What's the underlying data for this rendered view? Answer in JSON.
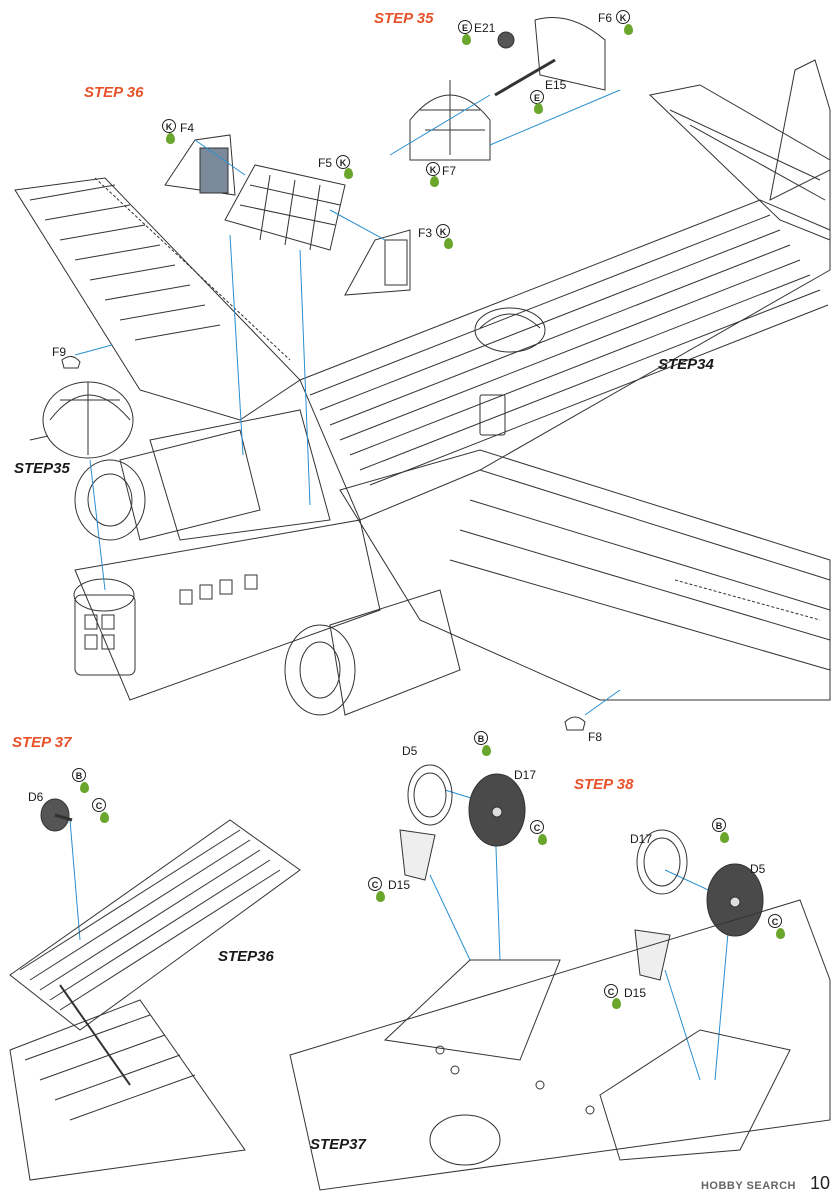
{
  "steps": {
    "s35": "STEP 35",
    "s36": "STEP 36",
    "s37": "STEP 37",
    "s38": "STEP 38",
    "lbl34": "STEP34",
    "lbl35": "STEP35",
    "lbl36": "STEP36",
    "lbl37": "STEP37"
  },
  "parts": {
    "e21": "E21",
    "e15": "E15",
    "f6": "F6",
    "f7": "F7",
    "f4": "F4",
    "f5": "F5",
    "f3": "F3",
    "f9": "F9",
    "f8": "F8",
    "d6": "D6",
    "d5a": "D5",
    "d17a": "D17",
    "d15a": "D15",
    "d17b": "D17",
    "d5b": "D5",
    "d15b": "D15"
  },
  "paint": {
    "e": "E",
    "k": "K",
    "b": "B",
    "c": "C"
  },
  "footer": {
    "watermark": "HOBBY SEARCH",
    "page": "10"
  },
  "colors": {
    "accent": "#ef5a2a",
    "paint_drop": "#6aa52c",
    "arrow": "#2a8fd0",
    "line": "#333333"
  }
}
